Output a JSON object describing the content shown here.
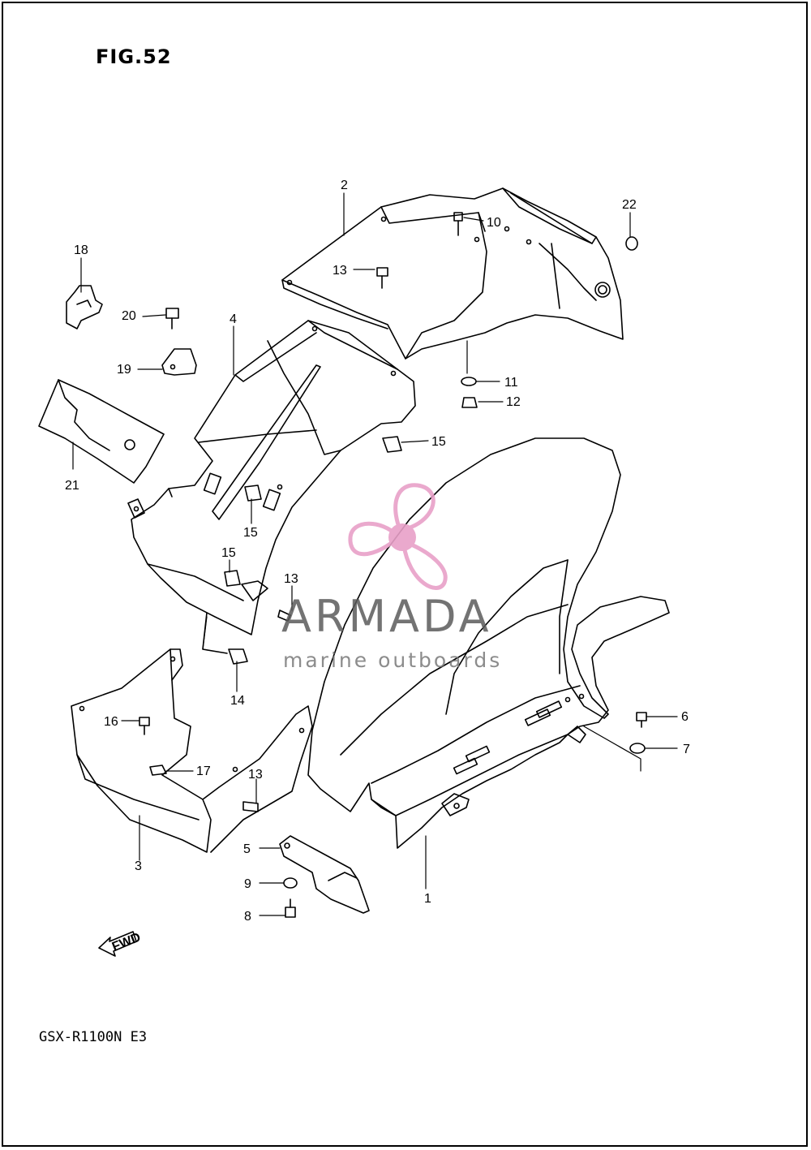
{
  "figure": {
    "title": "FIG.52",
    "model": "GSX-R1100N E3"
  },
  "watermark": {
    "brand": "ARMADA",
    "tagline": "marine outboards",
    "accent": "#e8a0c8"
  },
  "fwd_label": "FWD",
  "callouts": [
    {
      "id": "c1",
      "label": "1"
    },
    {
      "id": "c2",
      "label": "2"
    },
    {
      "id": "c3",
      "label": "3"
    },
    {
      "id": "c4",
      "label": "4"
    },
    {
      "id": "c5",
      "label": "5"
    },
    {
      "id": "c6",
      "label": "6"
    },
    {
      "id": "c7",
      "label": "7"
    },
    {
      "id": "c8",
      "label": "8"
    },
    {
      "id": "c9",
      "label": "9"
    },
    {
      "id": "c10",
      "label": "10"
    },
    {
      "id": "c11",
      "label": "11"
    },
    {
      "id": "c12",
      "label": "12"
    },
    {
      "id": "c13a",
      "label": "13"
    },
    {
      "id": "c13b",
      "label": "13"
    },
    {
      "id": "c13c",
      "label": "13"
    },
    {
      "id": "c14",
      "label": "14"
    },
    {
      "id": "c15a",
      "label": "15"
    },
    {
      "id": "c15b",
      "label": "15"
    },
    {
      "id": "c15c",
      "label": "15"
    },
    {
      "id": "c16",
      "label": "16"
    },
    {
      "id": "c17",
      "label": "17"
    },
    {
      "id": "c18",
      "label": "18"
    },
    {
      "id": "c19",
      "label": "19"
    },
    {
      "id": "c20",
      "label": "20"
    },
    {
      "id": "c21",
      "label": "21"
    },
    {
      "id": "c22",
      "label": "22"
    }
  ]
}
